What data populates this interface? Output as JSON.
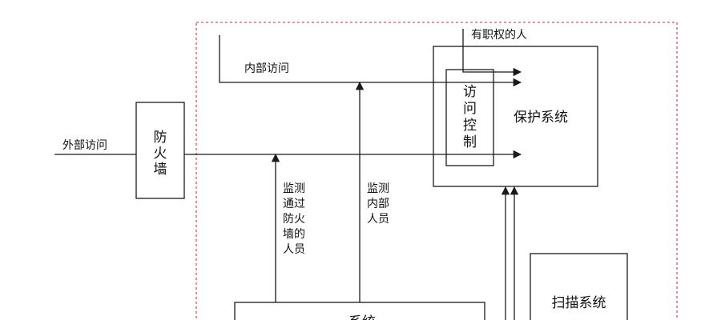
{
  "labels": {
    "external_access": "外部访问",
    "internal_access": "内部访问",
    "authorized_person": "有职权的人",
    "firewall": [
      "防",
      "火",
      "墙"
    ],
    "access_control": [
      "访",
      "问",
      "控",
      "制"
    ],
    "protection_system": "保护系统",
    "monitor_firewall_passers": [
      "监测",
      "通过",
      "防火",
      "墙的",
      "人员"
    ],
    "monitor_insiders": [
      "监测",
      "内部",
      "人员"
    ],
    "scan_system": "扫描系统",
    "bottom_box_partial": "系统"
  },
  "colors": {
    "line": "#1a1a1a",
    "dashed_boundary": "#d9534f"
  }
}
